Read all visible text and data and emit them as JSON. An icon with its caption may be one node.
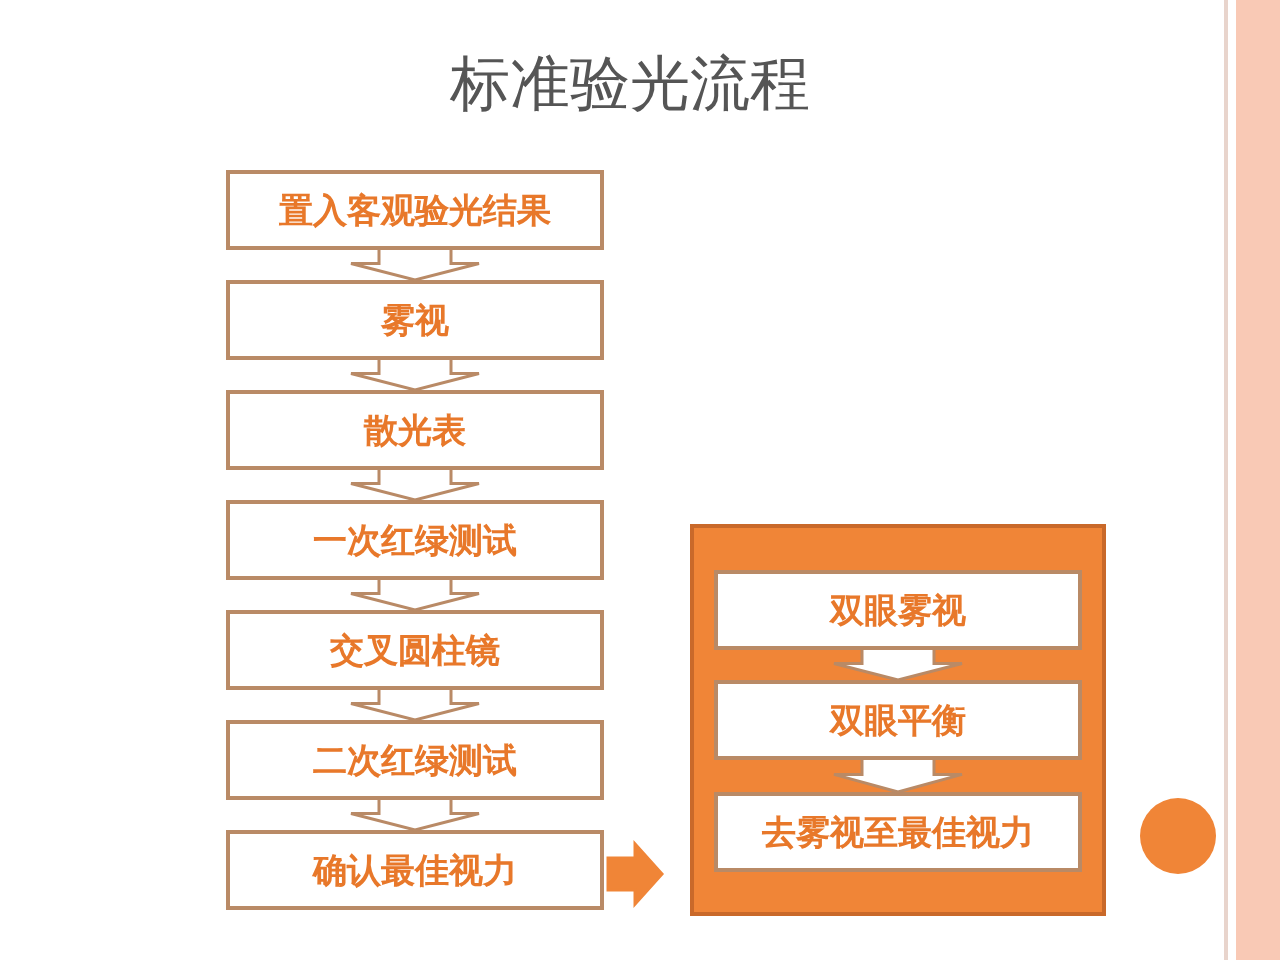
{
  "diagram": {
    "title": "标准验光流程",
    "nodes": [
      {
        "text": [
          "置入客观验光结果"
        ]
      },
      {
        "text": [
          "雾视"
        ]
      },
      {
        "text": [
          "散光表"
        ]
      },
      {
        "text": [
          "一次红绿测试"
        ]
      },
      {
        "text": [
          "交叉圆柱镜"
        ]
      },
      {
        "text": [
          "二次红绿测试"
        ]
      },
      {
        "text": [
          "确认最佳视力"
        ]
      },
      {
        "text": [],
        "shape": "box"
      },
      {
        "text": [
          "双眼雾视"
        ],
        "in": 7
      },
      {
        "text": [
          "双眼平衡"
        ],
        "in": 7
      },
      {
        "text": [
          "去雾视至最佳视力"
        ],
        "in": 7
      }
    ],
    "edges": [
      {
        "from": 0,
        "to": 1,
        "arrow": "to"
      },
      {
        "from": 1,
        "to": 2,
        "arrow": "to"
      },
      {
        "from": 2,
        "to": 3,
        "arrow": "to"
      },
      {
        "from": 3,
        "to": 4,
        "arrow": "to"
      },
      {
        "from": 4,
        "to": 5,
        "arrow": "to"
      },
      {
        "from": 5,
        "to": 6,
        "arrow": "to"
      },
      {
        "from": 6,
        "to": 7,
        "arrow": "to",
        "style": "thick",
        "color": "#f08537"
      },
      {
        "from": 8,
        "to": 9,
        "arrow": "to"
      },
      {
        "from": 9,
        "to": 10,
        "arrow": "to"
      }
    ]
  }
}
